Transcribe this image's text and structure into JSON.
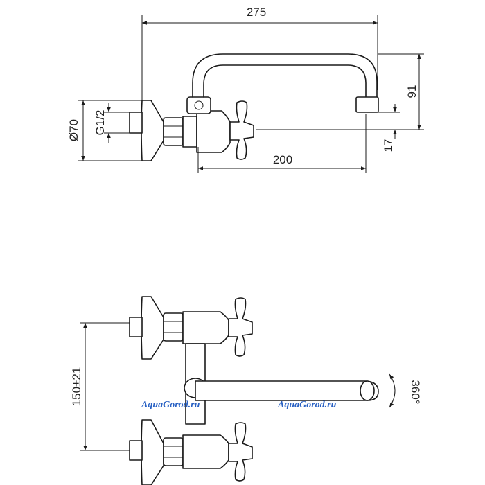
{
  "dimensions": {
    "overall_length": "275",
    "spout_reach": "200",
    "spout_height": "91",
    "outlet_offset": "17",
    "flange_diameter": "Ø70",
    "thread": "G1/2",
    "center_distance": "150±21",
    "rotation": "360°"
  },
  "watermarks": [
    "AquaGorod.ru",
    "AquaGorod.ru"
  ]
}
